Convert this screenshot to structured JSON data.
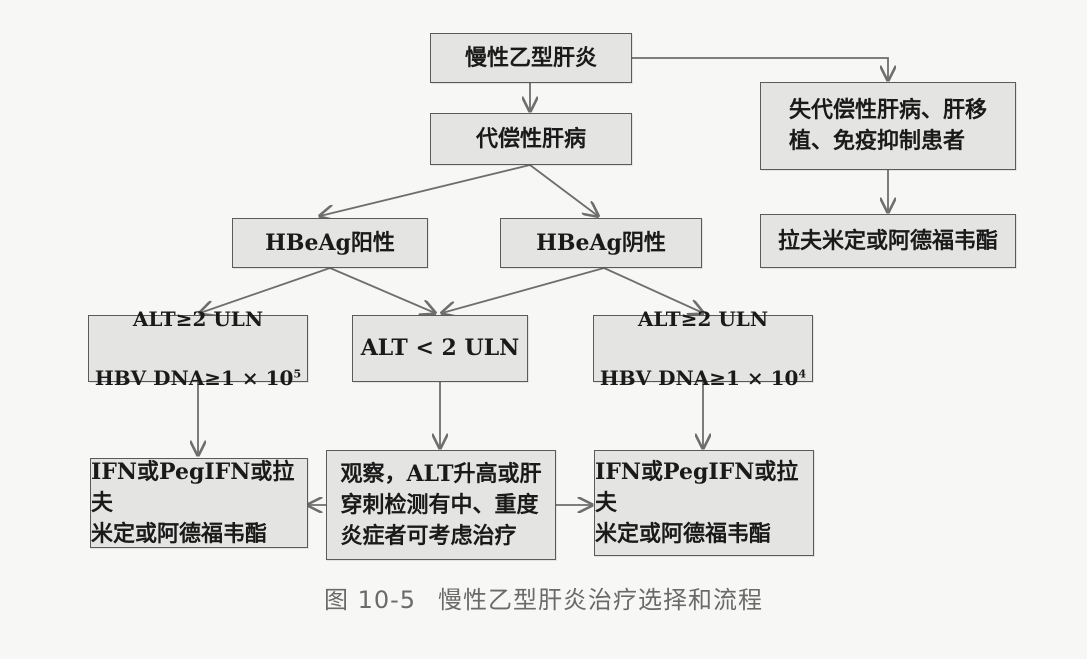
{
  "nodes": {
    "chronic_hepatitis_b": "慢性乙型肝炎",
    "compensated_cirrhosis": "代偿性肝病",
    "decompensated": "失代偿性肝病、肝移\n植、免疫抑制患者",
    "hbeag_positive": "HBeAg阳性",
    "hbeag_negative": "HBeAg阴性",
    "lam_adv_right": "拉夫米定或阿德福韦酯",
    "alt_high_pos": {
      "line1": "ALT≥2 ULN",
      "line2_base": "HBV DNA≥1 × 10",
      "line2_exp": "5"
    },
    "alt_low": "ALT < 2 ULN",
    "alt_high_neg": {
      "line1": "ALT≥2 ULN",
      "line2_base": "HBV DNA≥1 × 10",
      "line2_exp": "4"
    },
    "treatment_left": "IFN或PegIFN或拉夫\n米定或阿德福韦酯",
    "observe": "观察，ALT升高或肝\n穿刺检测有中、重度\n炎症者可考虑治疗",
    "treatment_right": "IFN或PegIFN或拉夫\n米定或阿德福韦酯"
  },
  "caption": {
    "label": "图 10-5",
    "text": "慢性乙型肝炎治疗选择和流程"
  }
}
